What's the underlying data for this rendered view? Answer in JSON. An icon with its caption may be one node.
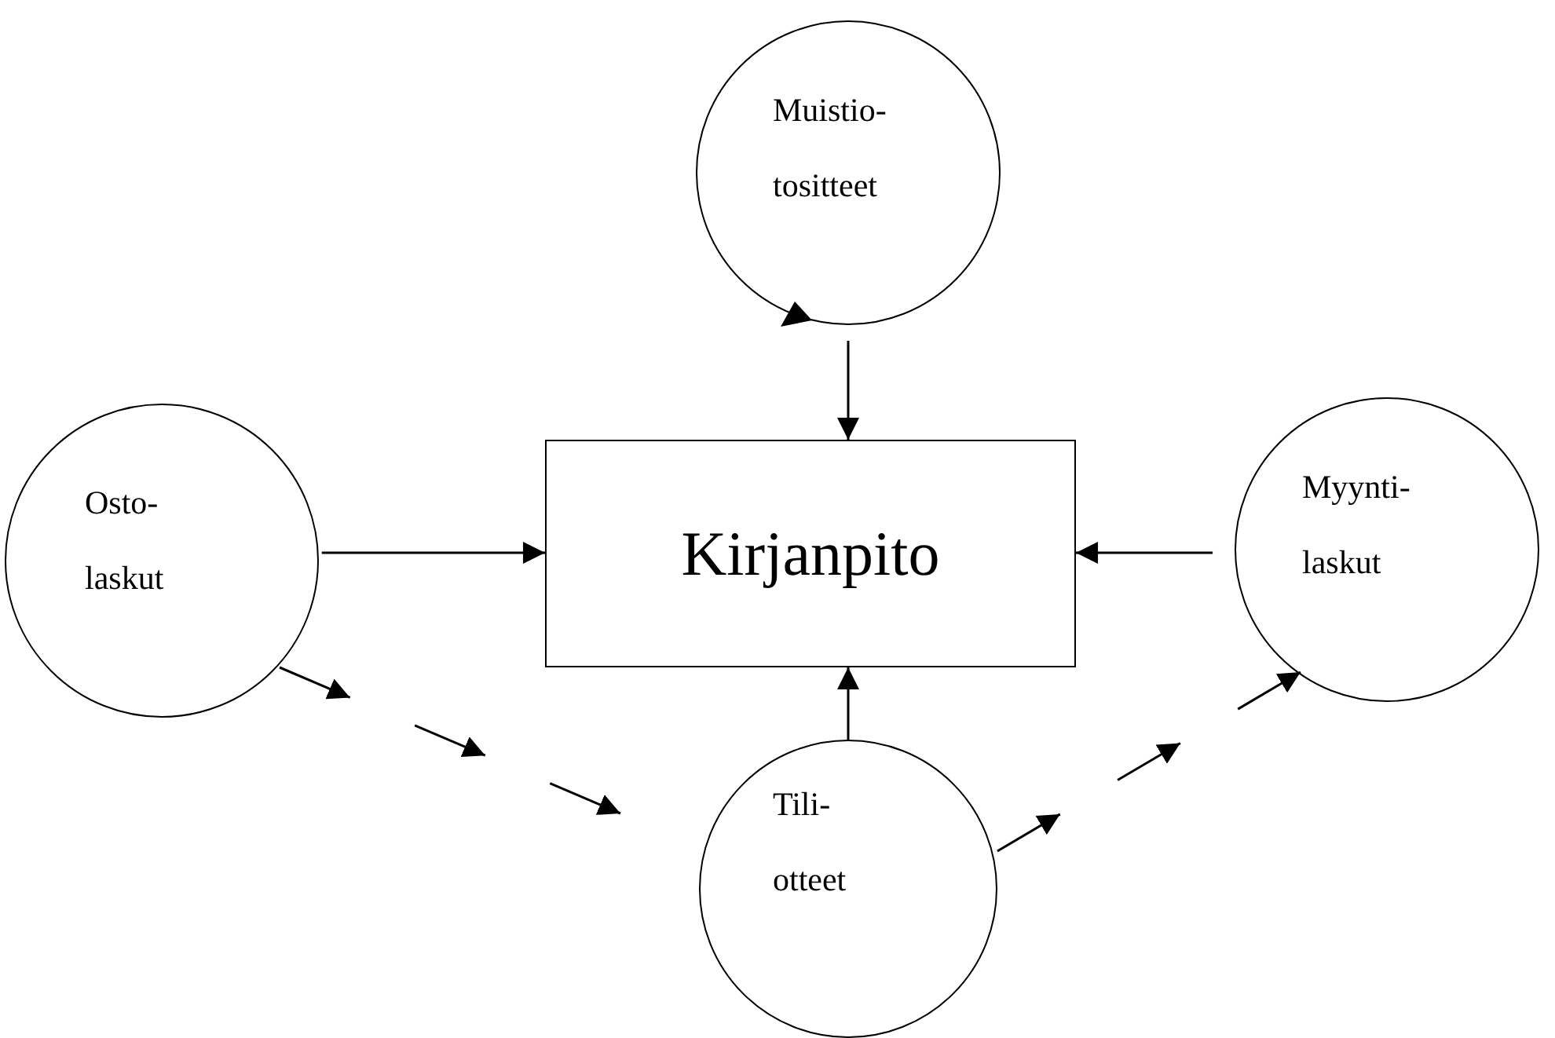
{
  "diagram": {
    "nodes": [
      {
        "text": [
          "Muistio- tositteet"
        ]
      },
      {
        "text": [
          "Osto- laskut"
        ]
      },
      {
        "text": [
          "Kirjanpito"
        ]
      },
      {
        "text": [
          "Myynti- laskut"
        ]
      },
      {
        "text": [
          "Tili- otteet"
        ]
      }
    ],
    "edges": [
      {
        "from": 0,
        "to": 2,
        "arrow": "to"
      },
      {
        "from": 1,
        "to": 2,
        "arrow": "to"
      },
      {
        "from": 3,
        "to": 2,
        "arrow": "to"
      },
      {
        "from": 4,
        "to": 2,
        "arrow": "to"
      },
      {
        "from": 1,
        "to": 4,
        "arrow": "to",
        "style": "dashed"
      },
      {
        "from": 4,
        "to": 3,
        "arrow": "to",
        "style": "dashed"
      }
    ]
  }
}
